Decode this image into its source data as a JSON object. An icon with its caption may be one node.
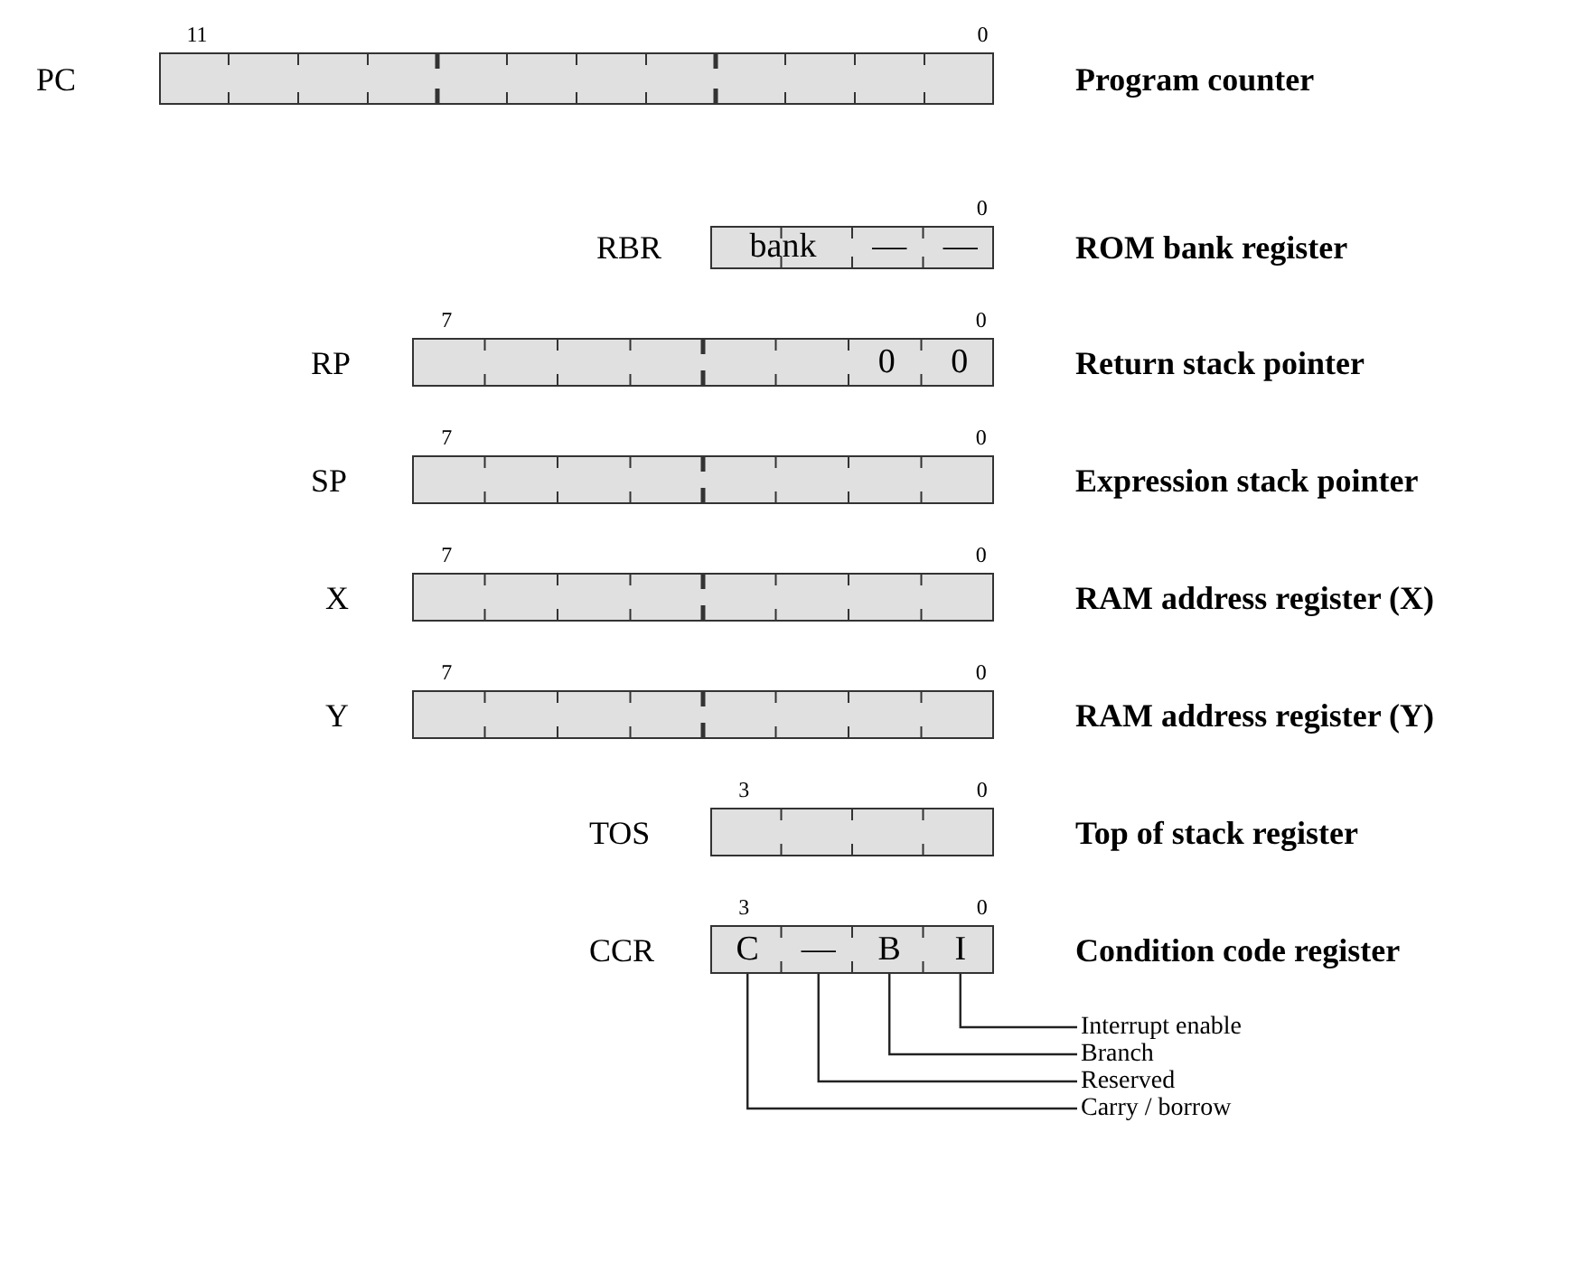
{
  "diagram": {
    "nodes": [
      {
        "text": [
          "PC"
        ],
        "beside": [
          "11",
          "0"
        ]
      },
      {
        "text": [
          "RBR"
        ],
        "beside": [
          "0"
        ]
      },
      {
        "text": [
          "bank"
        ],
        "in": 1
      },
      {
        "text": [
          "—"
        ],
        "in": 1
      },
      {
        "text": [
          "—"
        ],
        "in": 1
      },
      {
        "text": [
          "RP"
        ],
        "beside": [
          "7",
          "0"
        ]
      },
      {
        "text": [
          "0"
        ],
        "in": 5
      },
      {
        "text": [
          "0"
        ],
        "in": 5
      },
      {
        "text": [
          "SP"
        ],
        "beside": [
          "7",
          "0"
        ]
      },
      {
        "text": [
          "X"
        ],
        "beside": [
          "7",
          "0"
        ]
      },
      {
        "text": [
          "Y"
        ],
        "beside": [
          "7",
          "0"
        ]
      },
      {
        "text": [
          "TOS"
        ],
        "beside": [
          "3",
          "0"
        ]
      },
      {
        "text": [
          "CCR"
        ],
        "beside": [
          "3",
          "0"
        ]
      },
      {
        "text": [
          "C"
        ],
        "in": 12
      },
      {
        "text": [
          "—"
        ],
        "in": 12
      },
      {
        "text": [
          "B"
        ],
        "in": 12
      },
      {
        "text": [
          "I"
        ],
        "in": 12
      },
      {
        "text": [
          "Interrupt enable"
        ]
      },
      {
        "text": [
          "Branch"
        ]
      },
      {
        "text": [
          "Reserved"
        ]
      },
      {
        "text": [
          "Carry / borrow"
        ]
      }
    ],
    "edges": [
      {
        "from": 17,
        "to": 16,
        "arrow": "none"
      },
      {
        "from": 18,
        "to": 15,
        "arrow": "none"
      },
      {
        "from": 19,
        "to": 14,
        "arrow": "none"
      },
      {
        "from": 20,
        "to": 13,
        "arrow": "none"
      }
    ],
    "labels": [
      "Program counter",
      "ROM bank register",
      "Return stack pointer",
      "Expression stack pointer",
      "RAM address register (X)",
      "RAM address register (Y)",
      "Top of stack register",
      "Condition code register"
    ]
  }
}
